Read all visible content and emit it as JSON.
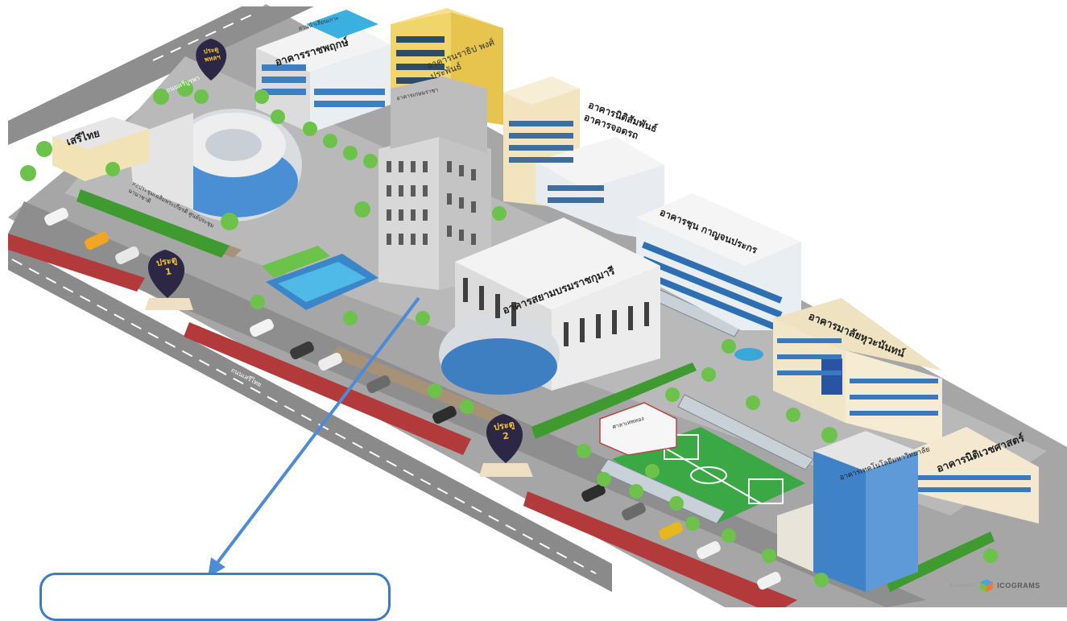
{
  "colors": {
    "road": "#8c8c8c",
    "lane_line": "#ffffff",
    "bike_lane": "#b23a3a",
    "sidewalk": "#9a8b7a",
    "ground": "#a8a8a8",
    "grass": "#5cb53a",
    "field": "#3aa845",
    "water": "#3aa7d8",
    "tree": "#6cc24a",
    "pin": "#2b2744",
    "pin_text": "#f2c230",
    "arrow": "#4d8bd6",
    "callout_border": "#3e7bc4"
  },
  "buildings": {
    "rajpruek": "อาคารราชพฤกษ์",
    "rajpruek_roof": "สวนนำเลียนเกาะ",
    "yellow_tower": "อาคารนราธิป พงศ์ประพันธ์",
    "grey_tower": "อาคารเกษมราชา",
    "saroj": "อาคารนิติสัมพันธ์ อาคารจอดรถ",
    "chun": "อาคารชุน กาญจนประกร",
    "siamborom": "อาคารสยามบรมราชกุมารี",
    "malai": "อาคารมาลัยหุวะนันทน์",
    "nitiwetch": "อาคารนิติเวชศาสตร์",
    "blue_tower": "อาคารเทคโนโลยีมหาวิทยาลัย",
    "seritai": "เสรีไทย",
    "auditorium_label": "หอประชุมเฉลิมพระเกียรติ ศูนย์ประชุมนานาชาติ",
    "pavilion": "ศาลาเทพทอง"
  },
  "gates": {
    "gate1": {
      "top": "ประตู",
      "num": "1"
    },
    "gate2": {
      "top": "ประตู",
      "num": "2"
    },
    "gate3": {
      "top": "ประตู",
      "num": "พหลฯ"
    }
  },
  "roads": {
    "seritai_road": "ถนนเสรีไทย",
    "nikom_road": "ถนนศรีบูรพา"
  },
  "credit": {
    "small": "Created in",
    "brand": "ICOGRAMS"
  }
}
